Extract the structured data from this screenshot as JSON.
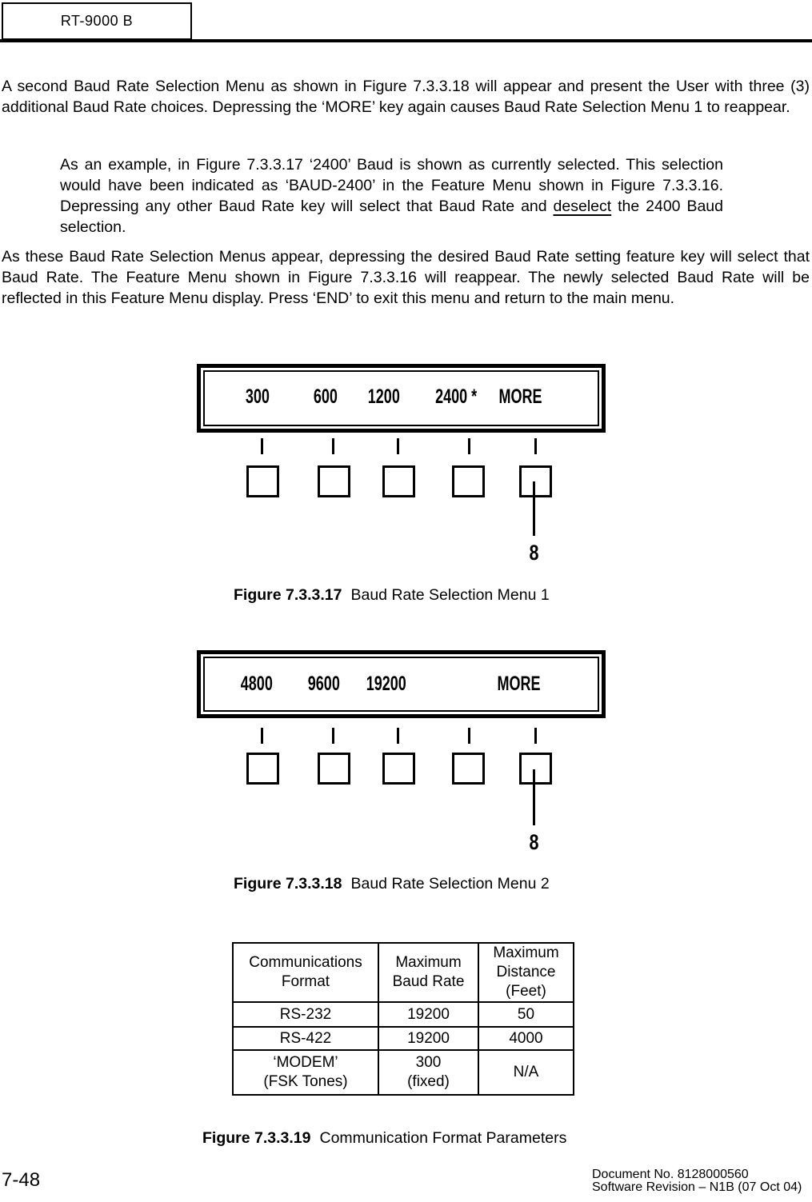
{
  "header": {
    "model": "RT-9000 B"
  },
  "paragraphs": {
    "p1": "A second Baud Rate Selection Menu as shown in Figure 7.3.3.18 will appear and present the User with three (3) additional Baud Rate choices. Depressing the ‘MORE’ key again causes Baud Rate Selection Menu 1 to reappear.",
    "p2_before": "As an example, in Figure 7.3.3.17 ‘2400’ Baud is shown as currently selected. This selection would have been indicated as ‘BAUD-2400’ in the Feature Menu shown in Figure 7.3.3.16. Depressing any other Baud Rate key will select that Baud Rate and ",
    "p2_underlined": "deselect",
    "p2_after": " the 2400 Baud selection.",
    "p3": "As these Baud Rate Selection Menus appear, depressing the desired Baud Rate setting feature key will select that Baud Rate. The Feature Menu shown in Figure 7.3.3.16 will reappear. The newly selected Baud Rate will be reflected in this Feature Menu display. Press ‘END’ to exit this menu and return to the main menu."
  },
  "figure1": {
    "items": [
      "300",
      "600",
      "1200",
      "2400 *",
      "MORE"
    ],
    "pointer_label": "8",
    "caption_number": "Figure 7.3.3.17",
    "caption_text": "Baud Rate Selection Menu 1"
  },
  "figure2": {
    "items": [
      "4800",
      "9600",
      "19200",
      "MORE"
    ],
    "pointer_label": "8",
    "caption_number": "Figure 7.3.3.18",
    "caption_text": "Baud Rate Selection Menu 2"
  },
  "comm_table": {
    "headers": [
      "Communications\nFormat",
      "Maximum\nBaud Rate",
      "Maximum\nDistance\n(Feet)"
    ],
    "rows": [
      [
        "RS-232",
        "19200",
        "50"
      ],
      [
        "RS-422",
        "19200",
        "4000"
      ],
      [
        "‘MODEM’\n(FSK Tones)",
        "300\n(fixed)",
        "N/A"
      ]
    ],
    "caption_number": "Figure 7.3.3.19",
    "caption_text": "Communication Format Parameters"
  },
  "footer": {
    "page_number": "7-48",
    "document_number": "Document No. 8128000560",
    "software_revision": "Software Revision – N1B (07 Oct 04)"
  }
}
